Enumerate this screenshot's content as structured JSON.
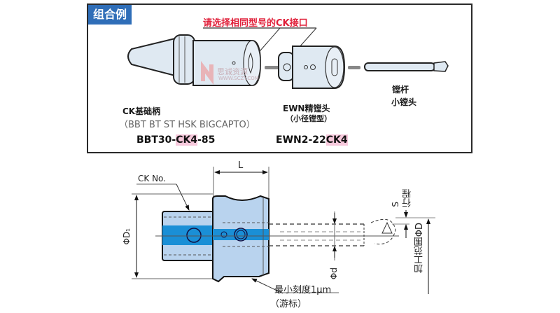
{
  "combo_panel": {
    "tag": "组合例",
    "note": "请选择相同型号的CK接口",
    "parts": [
      {
        "name": "CK基础柄",
        "subtitle": "（BBT BT ST HSK BIGCAPTO）",
        "model_prefix": "BBT30-",
        "model_highlight": "CK4",
        "model_suffix": "-85"
      },
      {
        "name": "EWN精镗头",
        "subtitle": "（小径镗型）",
        "model_prefix": "EWN2-22",
        "model_highlight": "CK4",
        "model_suffix": ""
      },
      {
        "name": "镗杆",
        "subtitle": "小镗头"
      }
    ],
    "watermark": {
      "brand": "思诚资源",
      "site": "WWW.SCZY.COM"
    }
  },
  "drawing": {
    "dim_L": "L",
    "ck_no": "CK  No.",
    "dim_D1": "ΦD₁",
    "dim_d": "Φd",
    "dim_S": "S",
    "stroke_label": "行程",
    "range_label": "加工范围ΦD",
    "min_scale": "最小刻度1μm",
    "vernier": "（游标）"
  },
  "colors": {
    "tag_blue": "#2f6eb8",
    "note_red": "#e0203a",
    "highlight_pink": "#f7c9dc",
    "body_light_blue": "#b9d3ee",
    "core_blue": "#1a8fd6"
  }
}
